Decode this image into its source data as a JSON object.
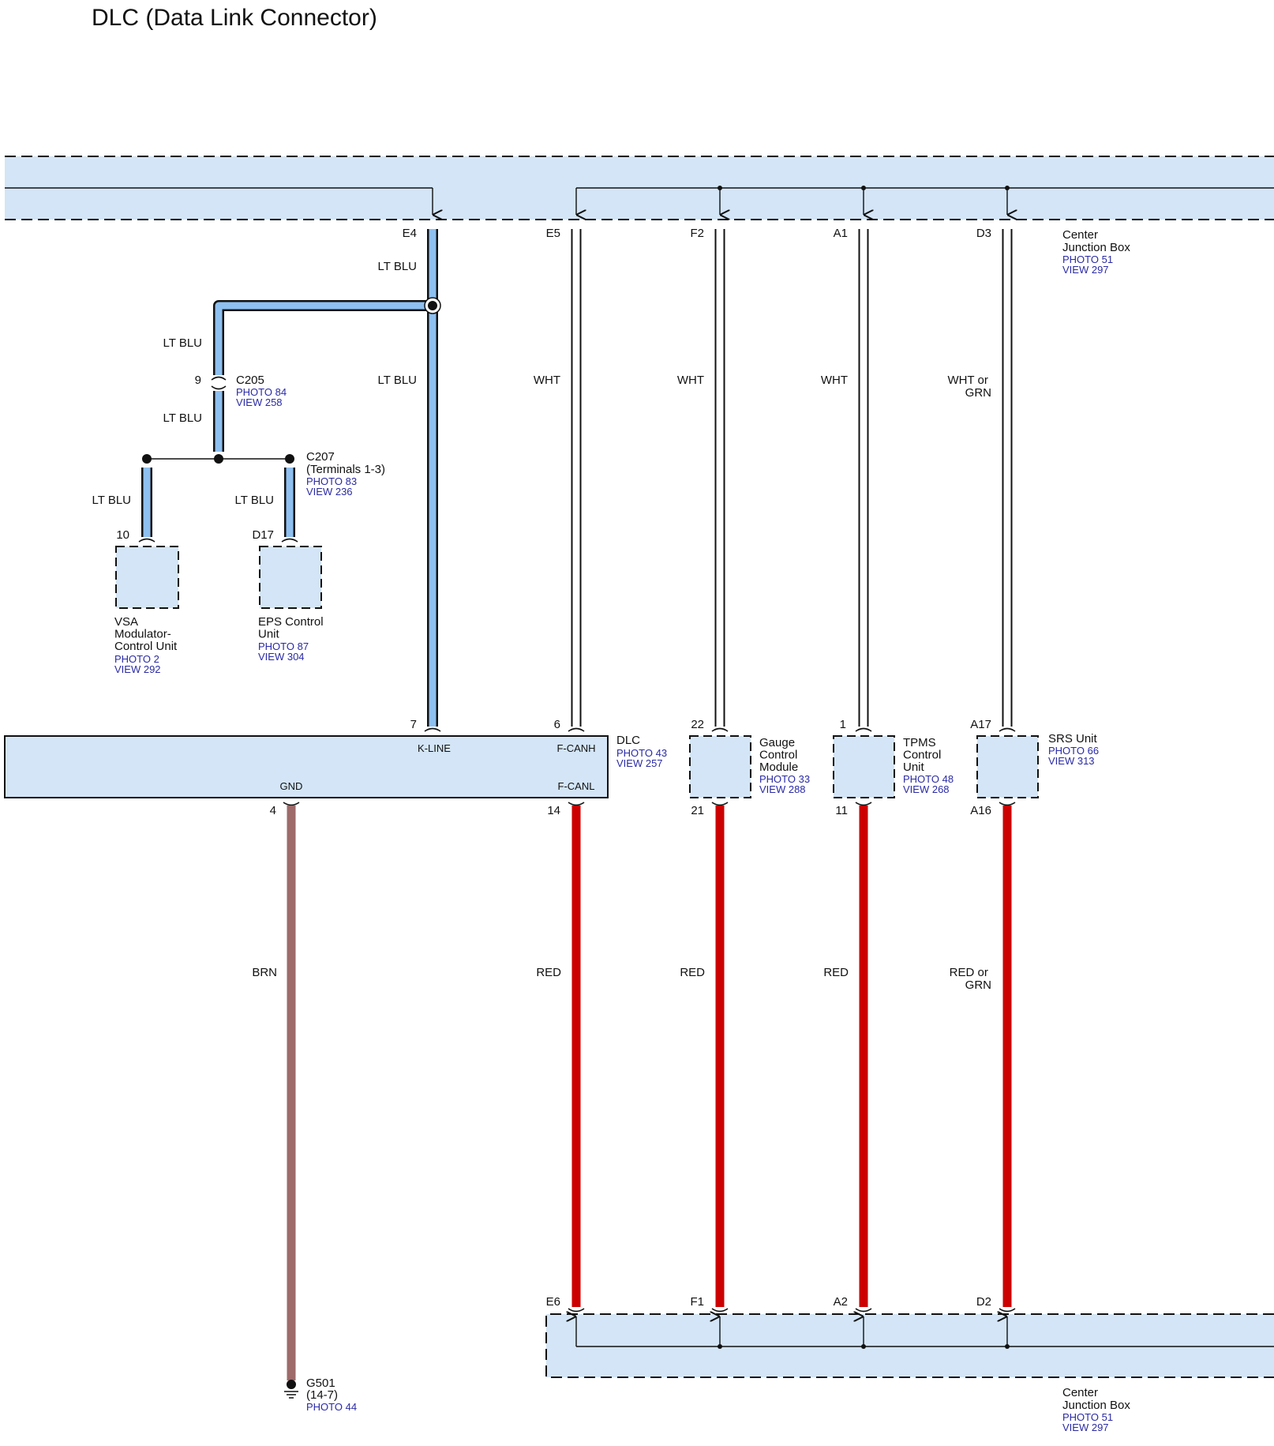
{
  "title": "DLC (Data Link Connector)",
  "colors": {
    "box_fill": "#d3e5f6",
    "lt_blu": "#8ec0f0",
    "red": "#cc0000",
    "brn": "#9e6a6a",
    "ref_text": "#2a2aa6"
  },
  "top_box": {
    "name": "Center\nJunction Box",
    "photo": "PHOTO 51",
    "view": "VIEW 297",
    "pins": [
      "E4",
      "E5",
      "F2",
      "A1",
      "D3"
    ]
  },
  "bottom_box": {
    "name": "Center\nJunction Box",
    "photo": "PHOTO 51",
    "view": "VIEW 297",
    "pins": [
      "E6",
      "F1",
      "A2",
      "D2"
    ]
  },
  "dlc": {
    "name": "DLC",
    "photo": "PHOTO 43",
    "view": "VIEW 257",
    "signals": [
      "K-LINE",
      "F-CANH",
      "GND",
      "F-CANL"
    ],
    "pins_top": [
      "7",
      "6"
    ],
    "pins_bottom": [
      "4",
      "14"
    ]
  },
  "connectors": {
    "c205": {
      "name": "C205",
      "pin": "9",
      "photo": "PHOTO 84",
      "view": "VIEW 258"
    },
    "c207": {
      "name": "C207\n(Terminals 1-3)",
      "photo": "PHOTO 83",
      "view": "VIEW 236"
    }
  },
  "modules": [
    {
      "id": "vsa",
      "name": "VSA\nModulator-\nControl Unit",
      "photo": "PHOTO 2",
      "view": "VIEW 292",
      "pin_top": "10"
    },
    {
      "id": "eps",
      "name": "EPS Control\nUnit",
      "photo": "PHOTO 87",
      "view": "VIEW 304",
      "pin_top": "D17"
    },
    {
      "id": "gauge",
      "name": "Gauge\nControl\nModule",
      "photo": "PHOTO 33",
      "view": "VIEW 288",
      "pin_top": "22",
      "pin_bottom": "21"
    },
    {
      "id": "tpms",
      "name": "TPMS\nControl\nUnit",
      "photo": "PHOTO 48",
      "view": "VIEW 268",
      "pin_top": "1",
      "pin_bottom": "11"
    },
    {
      "id": "srs",
      "name": "SRS Unit",
      "photo": "PHOTO 66",
      "view": "VIEW 313",
      "pin_top": "A17",
      "pin_bottom": "A16"
    }
  ],
  "wires": {
    "kline_top": "LT BLU",
    "kline_mid": "LT BLU",
    "branch_upper": "LT BLU",
    "branch_lower": "LT BLU",
    "vsa_drop": "LT BLU",
    "eps_drop": "LT BLU",
    "e5": "WHT",
    "f2": "WHT",
    "a1": "WHT",
    "d3": "WHT or\nGRN",
    "gnd": "BRN",
    "canl": "RED",
    "gauge_low": "RED",
    "tpms_low": "RED",
    "srs_low": "RED or\nGRN"
  },
  "ground": {
    "name": "G501",
    "sub": "(14-7)",
    "photo": "PHOTO 44"
  }
}
